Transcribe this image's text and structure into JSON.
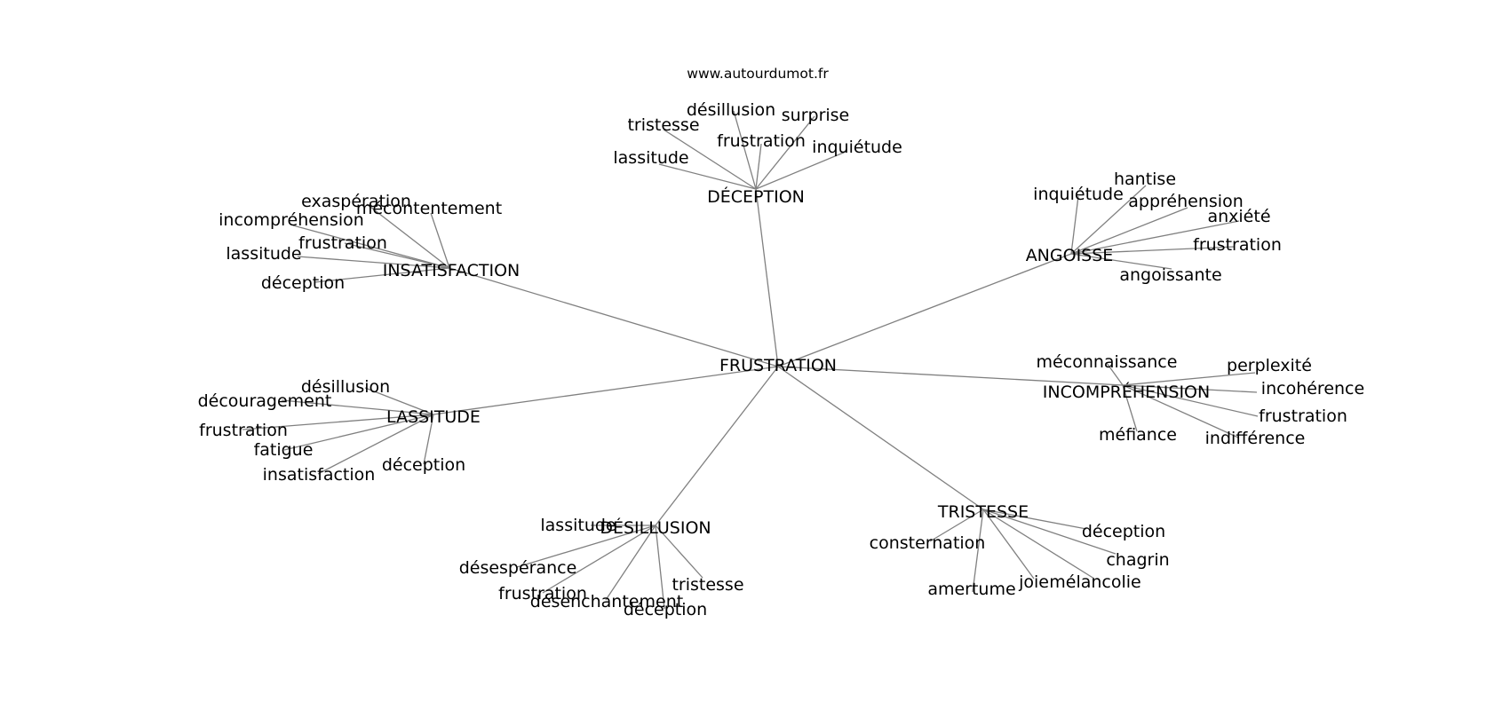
{
  "source_label": "www.autourdumot.fr",
  "graph": {
    "root": "FRUSTRATION",
    "clusters": [
      {
        "label": "DÉCEPTION",
        "leaves": [
          "tristesse",
          "désillusion",
          "surprise",
          "frustration",
          "inquiétude",
          "lassitude"
        ]
      },
      {
        "label": "ANGOISSE",
        "leaves": [
          "inquiétude",
          "hantise",
          "appréhension",
          "anxiété",
          "frustration",
          "angoissante"
        ]
      },
      {
        "label": "INCOMPRÉHENSION",
        "leaves": [
          "méconnaissance",
          "perplexité",
          "incohérence",
          "frustration",
          "méfiance",
          "indifférence"
        ]
      },
      {
        "label": "TRISTESSE",
        "leaves": [
          "déception",
          "consternation",
          "chagrin",
          "amertume",
          "joie",
          "mélancolie"
        ]
      },
      {
        "label": "DÉSILLUSION",
        "leaves": [
          "lassitude",
          "désespérance",
          "tristesse",
          "frustration",
          "désenchantement",
          "déception"
        ]
      },
      {
        "label": "LASSITUDE",
        "leaves": [
          "désillusion",
          "découragement",
          "frustration",
          "fatigue",
          "insatisfaction",
          "déception"
        ]
      },
      {
        "label": "INSATISFACTION",
        "leaves": [
          "exaspération",
          "mécontentement",
          "incompréhension",
          "frustration",
          "lassitude",
          "déception"
        ]
      }
    ]
  }
}
